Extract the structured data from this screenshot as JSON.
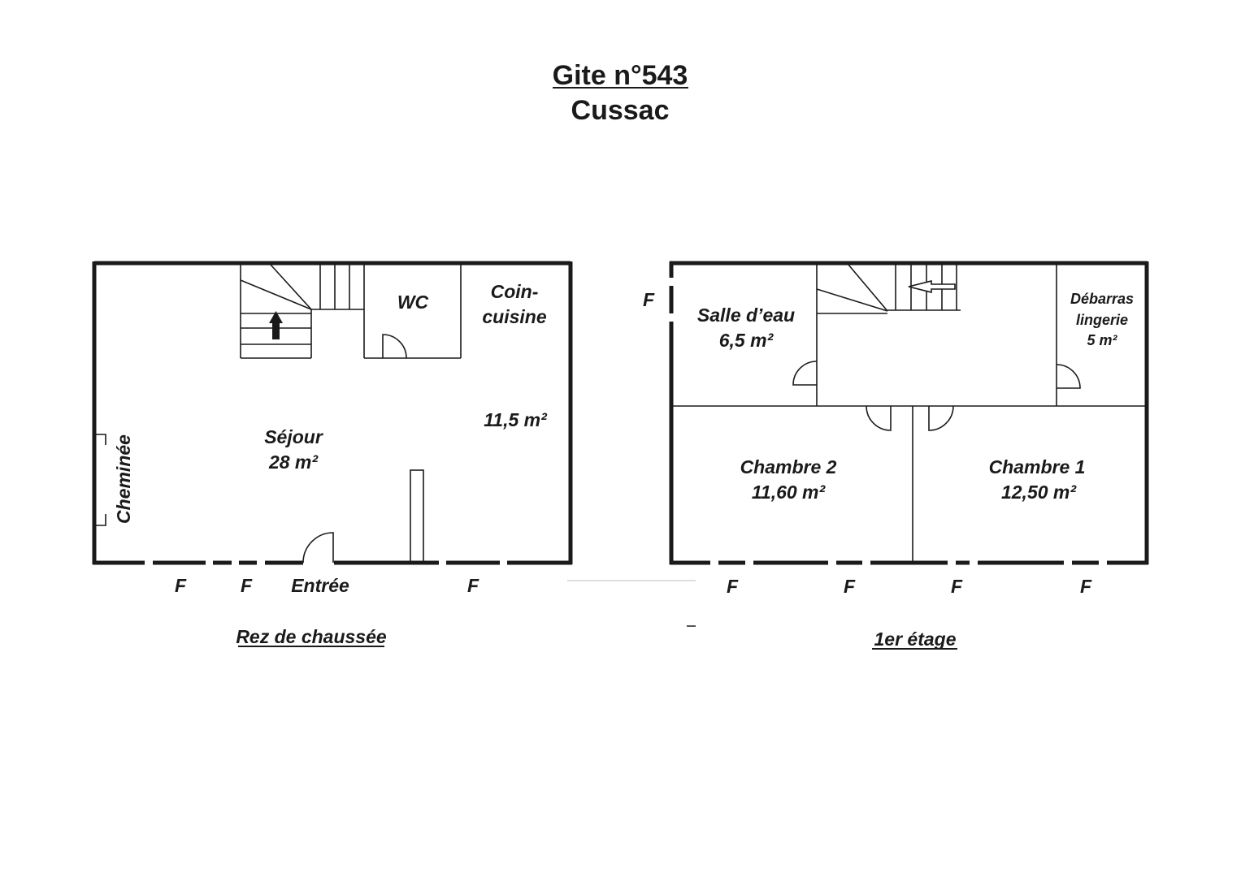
{
  "header": {
    "title": "Gite n°543",
    "subtitle": "Cussac"
  },
  "ground_floor": {
    "caption": "Rez de chaussée",
    "rooms": {
      "sejour_name": "Séjour",
      "sejour_area": "28 m²",
      "wc": "WC",
      "kitchen_line1": "Coin-",
      "kitchen_line2": "cuisine",
      "kitchen_area": "11,5 m²",
      "fireplace": "Cheminée"
    },
    "window_marks": [
      "F",
      "F",
      "F"
    ],
    "entrance": "Entrée"
  },
  "first_floor": {
    "caption": "1er étage",
    "rooms": {
      "bathroom_name": "Salle d’eau",
      "bathroom_area": "6,5 m²",
      "storage_line1": "Débarras",
      "storage_line2": "lingerie",
      "storage_area": "5 m²",
      "bedroom2_name": "Chambre 2",
      "bedroom2_area": "11,60 m²",
      "bedroom1_name": "Chambre 1",
      "bedroom1_area": "12,50 m²"
    },
    "side_window_mark": "F",
    "window_marks": [
      "F",
      "F",
      "F",
      "F"
    ]
  },
  "colors": {
    "ink": "#1a1a1a",
    "background": "#ffffff"
  },
  "icons": [
    "stair-up-arrow-icon",
    "stair-left-arrow-icon",
    "door-swing-icon"
  ]
}
